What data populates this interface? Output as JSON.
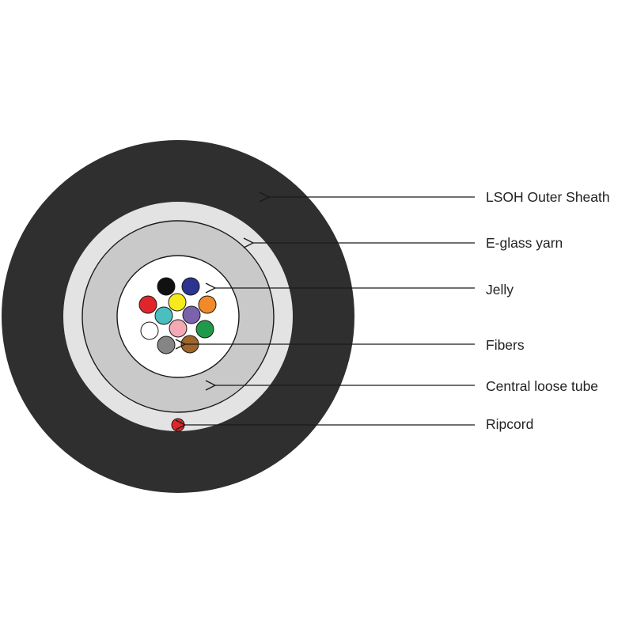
{
  "colors": {
    "outer_sheath": "#2f2f2f",
    "yarn_light": "#e3e3e3",
    "yarn_inner": "#c9c9c9",
    "jelly": "#ffffff",
    "ripcord": "#e0262b",
    "outline": "#1a1a1a"
  },
  "labels": {
    "outer_sheath": "LSOH Outer Sheath",
    "eglass_yarn": "E-glass yarn",
    "jelly": "Jelly",
    "fibers": "Fibers",
    "loose_tube": "Central loose tube",
    "ripcord": "Ripcord"
  },
  "fibers": [
    {
      "name": "fiber-black-icon",
      "color": "#111111"
    },
    {
      "name": "fiber-blue-icon",
      "color": "#2b3590"
    },
    {
      "name": "fiber-red-icon",
      "color": "#e0262b"
    },
    {
      "name": "fiber-yellow-icon",
      "color": "#f7ea1c"
    },
    {
      "name": "fiber-orange-icon",
      "color": "#f18a2a"
    },
    {
      "name": "fiber-violet-icon",
      "color": "#7b62ad"
    },
    {
      "name": "fiber-aqua-icon",
      "color": "#4bbfc0"
    },
    {
      "name": "fiber-white-icon",
      "color": "#ffffff"
    },
    {
      "name": "fiber-rose-icon",
      "color": "#f4a9b4"
    },
    {
      "name": "fiber-green-icon",
      "color": "#1e9a4a"
    },
    {
      "name": "fiber-slate-icon",
      "color": "#858585"
    },
    {
      "name": "fiber-brown-icon",
      "color": "#a0652b"
    }
  ]
}
